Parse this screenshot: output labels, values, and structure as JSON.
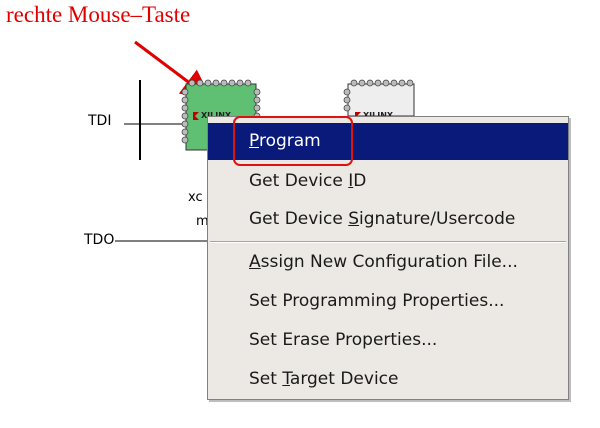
{
  "annotation": {
    "text": "rechte Mouse–Taste",
    "color": "#e00000"
  },
  "jtag": {
    "tdi": "TDI",
    "tdo": "TDO"
  },
  "device1": {
    "brand": "XILINX",
    "name_partial": "xc",
    "sub_partial": "m",
    "color": "#5fbf73"
  },
  "device2": {
    "brand": "XILINX",
    "color": "#eeeeee"
  },
  "menu": {
    "items": [
      {
        "pre": "",
        "mnemonic": "P",
        "post": "rogram",
        "active": true
      },
      {
        "pre": "Get Device ",
        "mnemonic": "I",
        "post": "D"
      },
      {
        "pre": "Get Device ",
        "mnemonic": "S",
        "post": "ignature/Usercode"
      },
      {
        "pre": "",
        "mnemonic": "A",
        "post": "ssign New Configuration File..."
      },
      {
        "pre": "Set Programming Properties...",
        "mnemonic": "",
        "post": ""
      },
      {
        "pre": "Set Erase Properties...",
        "mnemonic": "",
        "post": ""
      },
      {
        "pre": "Set ",
        "mnemonic": "T",
        "post": "arget Device"
      }
    ],
    "active_bg": "#0a1a7a",
    "highlight_color": "#e01010"
  }
}
